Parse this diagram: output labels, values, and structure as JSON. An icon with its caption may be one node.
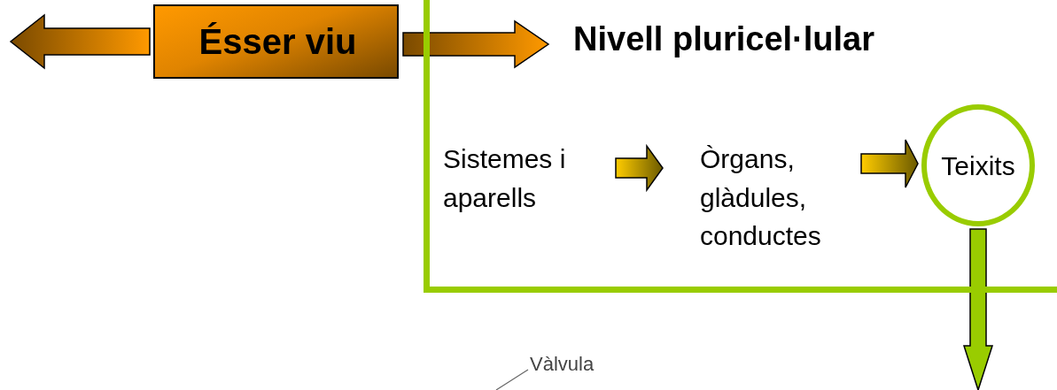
{
  "diagram": {
    "nodes": [
      {
        "text": [
          "Ésser viu"
        ]
      },
      {
        "text": [
          "Nivell pluricel·lular"
        ]
      },
      {
        "text": [
          "Sistemes i aparells"
        ],
        "in": 1
      },
      {
        "text": [
          "Òrgans, glàdules, conductes"
        ],
        "in": 1
      },
      {
        "text": [
          "Teixits"
        ],
        "in": 1
      },
      {
        "text": [
          "Vàlvula"
        ]
      }
    ],
    "edges": [
      {
        "from": 0,
        "to": null,
        "arrow": "to"
      },
      {
        "from": 0,
        "to": 1,
        "arrow": "to"
      },
      {
        "from": 2,
        "to": 3,
        "arrow": "to"
      },
      {
        "from": 3,
        "to": 4,
        "arrow": "to"
      },
      {
        "from": 4,
        "to": null,
        "arrow": "to"
      },
      {
        "from": 5,
        "to": null,
        "arrow": "none"
      }
    ]
  }
}
